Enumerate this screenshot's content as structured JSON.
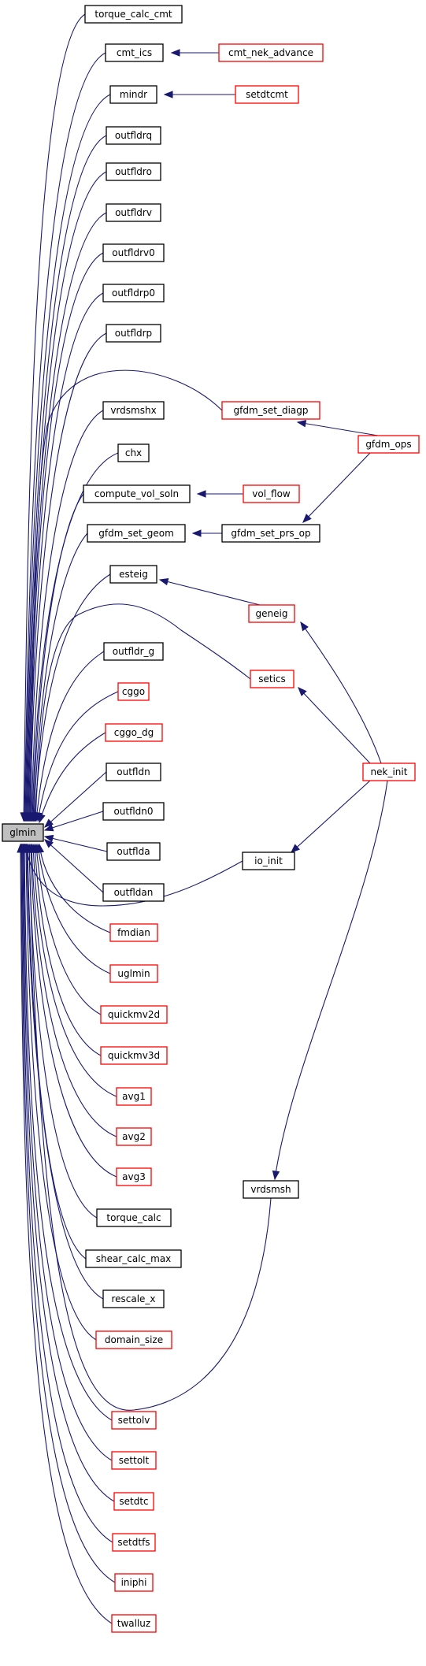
{
  "graph": {
    "root": "glmin",
    "colors": {
      "edge": "#191970",
      "node_border_black": "#000000",
      "node_border_red": "#ff0000",
      "root_fill": "#bfbfbf",
      "node_fill": "#ffffff"
    },
    "nodes": [
      {
        "id": "glmin",
        "label": "glmin",
        "style": "root"
      },
      {
        "id": "torque_calc_cmt",
        "label": "torque_calc_cmt",
        "style": "black"
      },
      {
        "id": "cmt_ics",
        "label": "cmt_ics",
        "style": "black"
      },
      {
        "id": "cmt_nek_advance",
        "label": "cmt_nek_advance",
        "style": "red"
      },
      {
        "id": "mindr",
        "label": "mindr",
        "style": "black"
      },
      {
        "id": "setdtcmt",
        "label": "setdtcmt",
        "style": "red"
      },
      {
        "id": "outfldrq",
        "label": "outfldrq",
        "style": "black"
      },
      {
        "id": "outfldro",
        "label": "outfldro",
        "style": "black"
      },
      {
        "id": "outfldrv",
        "label": "outfldrv",
        "style": "black"
      },
      {
        "id": "outfldrv0",
        "label": "outfldrv0",
        "style": "black"
      },
      {
        "id": "outfldrp0",
        "label": "outfldrp0",
        "style": "black"
      },
      {
        "id": "outfldrp",
        "label": "outfldrp",
        "style": "black"
      },
      {
        "id": "gfdm_set_diagp",
        "label": "gfdm_set_diagp",
        "style": "red"
      },
      {
        "id": "vrdsmshx",
        "label": "vrdsmshx",
        "style": "black"
      },
      {
        "id": "gfdm_ops",
        "label": "gfdm_ops",
        "style": "red"
      },
      {
        "id": "chx",
        "label": "chx",
        "style": "black"
      },
      {
        "id": "compute_vol_soln",
        "label": "compute_vol_soln",
        "style": "black"
      },
      {
        "id": "vol_flow",
        "label": "vol_flow",
        "style": "red"
      },
      {
        "id": "gfdm_set_geom",
        "label": "gfdm_set_geom",
        "style": "black"
      },
      {
        "id": "gfdm_set_prs_op",
        "label": "gfdm_set_prs_op",
        "style": "black"
      },
      {
        "id": "esteig",
        "label": "esteig",
        "style": "black"
      },
      {
        "id": "geneig",
        "label": "geneig",
        "style": "red"
      },
      {
        "id": "outfldr_g",
        "label": "outfldr_g",
        "style": "black"
      },
      {
        "id": "setics",
        "label": "setics",
        "style": "red"
      },
      {
        "id": "cggo",
        "label": "cggo",
        "style": "red"
      },
      {
        "id": "cggo_dg",
        "label": "cggo_dg",
        "style": "red"
      },
      {
        "id": "nek_init",
        "label": "nek_init",
        "style": "red"
      },
      {
        "id": "outfldn",
        "label": "outfldn",
        "style": "black"
      },
      {
        "id": "outfldn0",
        "label": "outfldn0",
        "style": "black"
      },
      {
        "id": "outflda",
        "label": "outflda",
        "style": "black"
      },
      {
        "id": "io_init",
        "label": "io_init",
        "style": "black"
      },
      {
        "id": "outfldan",
        "label": "outfldan",
        "style": "black"
      },
      {
        "id": "fmdian",
        "label": "fmdian",
        "style": "red"
      },
      {
        "id": "uglmin",
        "label": "uglmin",
        "style": "red"
      },
      {
        "id": "quickmv2d",
        "label": "quickmv2d",
        "style": "red"
      },
      {
        "id": "quickmv3d",
        "label": "quickmv3d",
        "style": "red"
      },
      {
        "id": "avg1",
        "label": "avg1",
        "style": "red"
      },
      {
        "id": "avg2",
        "label": "avg2",
        "style": "red"
      },
      {
        "id": "avg3",
        "label": "avg3",
        "style": "red"
      },
      {
        "id": "vrdsmsh",
        "label": "vrdsmsh",
        "style": "black"
      },
      {
        "id": "torque_calc",
        "label": "torque_calc",
        "style": "black"
      },
      {
        "id": "shear_calc_max",
        "label": "shear_calc_max",
        "style": "black"
      },
      {
        "id": "rescale_x",
        "label": "rescale_x",
        "style": "black"
      },
      {
        "id": "domain_size",
        "label": "domain_size",
        "style": "red"
      },
      {
        "id": "settolv",
        "label": "settolv",
        "style": "red"
      },
      {
        "id": "settolt",
        "label": "settolt",
        "style": "red"
      },
      {
        "id": "setdtc",
        "label": "setdtc",
        "style": "red"
      },
      {
        "id": "setdtfs",
        "label": "setdtfs",
        "style": "red"
      },
      {
        "id": "iniphi",
        "label": "iniphi",
        "style": "red"
      },
      {
        "id": "twalluz",
        "label": "twalluz",
        "style": "red"
      }
    ],
    "edges": [
      {
        "from": "torque_calc_cmt",
        "to": "glmin"
      },
      {
        "from": "cmt_ics",
        "to": "glmin"
      },
      {
        "from": "cmt_nek_advance",
        "to": "cmt_ics"
      },
      {
        "from": "mindr",
        "to": "glmin"
      },
      {
        "from": "setdtcmt",
        "to": "mindr"
      },
      {
        "from": "outfldrq",
        "to": "glmin"
      },
      {
        "from": "outfldro",
        "to": "glmin"
      },
      {
        "from": "outfldrv",
        "to": "glmin"
      },
      {
        "from": "outfldrv0",
        "to": "glmin"
      },
      {
        "from": "outfldrp0",
        "to": "glmin"
      },
      {
        "from": "outfldrp",
        "to": "glmin"
      },
      {
        "from": "gfdm_set_diagp",
        "to": "glmin"
      },
      {
        "from": "gfdm_ops",
        "to": "gfdm_set_diagp"
      },
      {
        "from": "vrdsmshx",
        "to": "glmin"
      },
      {
        "from": "chx",
        "to": "glmin"
      },
      {
        "from": "compute_vol_soln",
        "to": "glmin"
      },
      {
        "from": "vol_flow",
        "to": "compute_vol_soln"
      },
      {
        "from": "gfdm_set_geom",
        "to": "glmin"
      },
      {
        "from": "gfdm_set_prs_op",
        "to": "gfdm_set_geom"
      },
      {
        "from": "gfdm_ops",
        "to": "gfdm_set_prs_op"
      },
      {
        "from": "esteig",
        "to": "glmin"
      },
      {
        "from": "geneig",
        "to": "esteig"
      },
      {
        "from": "nek_init",
        "to": "geneig"
      },
      {
        "from": "outfldr_g",
        "to": "glmin"
      },
      {
        "from": "setics",
        "to": "glmin"
      },
      {
        "from": "nek_init",
        "to": "setics"
      },
      {
        "from": "cggo",
        "to": "glmin"
      },
      {
        "from": "cggo_dg",
        "to": "glmin"
      },
      {
        "from": "outfldn",
        "to": "glmin"
      },
      {
        "from": "outfldn0",
        "to": "glmin"
      },
      {
        "from": "outflda",
        "to": "glmin"
      },
      {
        "from": "io_init",
        "to": "glmin"
      },
      {
        "from": "nek_init",
        "to": "io_init"
      },
      {
        "from": "outfldan",
        "to": "glmin"
      },
      {
        "from": "fmdian",
        "to": "glmin"
      },
      {
        "from": "uglmin",
        "to": "glmin"
      },
      {
        "from": "quickmv2d",
        "to": "glmin"
      },
      {
        "from": "quickmv3d",
        "to": "glmin"
      },
      {
        "from": "avg1",
        "to": "glmin"
      },
      {
        "from": "avg2",
        "to": "glmin"
      },
      {
        "from": "avg3",
        "to": "glmin"
      },
      {
        "from": "vrdsmsh",
        "to": "glmin"
      },
      {
        "from": "nek_init",
        "to": "vrdsmsh"
      },
      {
        "from": "torque_calc",
        "to": "glmin"
      },
      {
        "from": "shear_calc_max",
        "to": "glmin"
      },
      {
        "from": "rescale_x",
        "to": "glmin"
      },
      {
        "from": "domain_size",
        "to": "glmin"
      },
      {
        "from": "settolv",
        "to": "glmin"
      },
      {
        "from": "settolt",
        "to": "glmin"
      },
      {
        "from": "setdtc",
        "to": "glmin"
      },
      {
        "from": "setdtfs",
        "to": "glmin"
      },
      {
        "from": "iniphi",
        "to": "glmin"
      },
      {
        "from": "twalluz",
        "to": "glmin"
      }
    ]
  }
}
